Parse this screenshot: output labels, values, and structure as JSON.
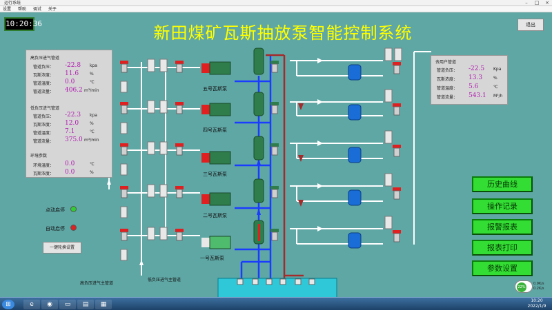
{
  "window": {
    "title": "运行系统"
  },
  "menu": [
    "设置",
    "帮助",
    "调试",
    "关于"
  ],
  "clock": "10:20:36",
  "title": "新田煤矿瓦斯抽放泵智能控制系统",
  "exit_label": "退出",
  "high_panel": {
    "header": "高负压进气管道",
    "rows": [
      {
        "label": "管道负压：",
        "value": "-22.8",
        "unit": "kpa"
      },
      {
        "label": "瓦斯浓度：",
        "value": "11.6",
        "unit": "%"
      },
      {
        "label": "管道温度：",
        "value": "0.0",
        "unit": "℃"
      },
      {
        "label": "管道流量：",
        "value": "406.2",
        "unit": "m³/min"
      }
    ]
  },
  "low_panel": {
    "header": "低负压进气管道",
    "rows": [
      {
        "label": "管道负压：",
        "value": "-22.3",
        "unit": "kpa"
      },
      {
        "label": "瓦斯浓度：",
        "value": "12.0",
        "unit": "%"
      },
      {
        "label": "管道温度：",
        "value": "7.1",
        "unit": "℃"
      },
      {
        "label": "管道流量：",
        "value": "375.0",
        "unit": "m³/min"
      }
    ]
  },
  "env_panel": {
    "header": "环境参数",
    "rows": [
      {
        "label": "环境温度：",
        "value": "0.0",
        "unit": "℃"
      },
      {
        "label": "瓦斯浓度：",
        "value": "0.0",
        "unit": "%"
      }
    ]
  },
  "user_panel": {
    "header": "去用户管道",
    "rows": [
      {
        "label": "管道负压：",
        "value": "-22.5",
        "unit": "Kpa"
      },
      {
        "label": "瓦斯浓度：",
        "value": "13.3",
        "unit": "%"
      },
      {
        "label": "管道温度：",
        "value": "5.6",
        "unit": "℃"
      },
      {
        "label": "管道流量：",
        "value": "543.1",
        "unit": "M³/h"
      }
    ]
  },
  "controls": {
    "point_start": "点动启停",
    "auto_start": "自动启停",
    "switch_btn": "一键轮换设置",
    "led_green": "#33cc33",
    "led_red": "#dd2222"
  },
  "nav": [
    "历史曲线",
    "操作记录",
    "报警报表",
    "报表打印",
    "参数设置"
  ],
  "pumps": [
    "五号瓦斯泵",
    "四号瓦斯泵",
    "三号瓦斯泵",
    "二号瓦斯泵",
    "一号瓦斯泵"
  ],
  "pipe_labels": {
    "high_main": "高负压进气主管道",
    "low_main": "低负压进气主管道"
  },
  "tray": {
    "time": "10:20",
    "date": "2022/1/9",
    "gauge_pct": "22%",
    "net_up": "0.9K/s",
    "net_down": "0.2K/s"
  },
  "colors": {
    "background": "#5fa7a5",
    "water_pipe": "#1a3cff",
    "return_pipe": "#a52a2a",
    "gas_pipe": "#ffffff",
    "nav_button": "#33dd33",
    "value_text": "#b01cb0",
    "title_text": "#ffff00"
  },
  "taskbar_icons": [
    "start-orb-icon",
    "ie-icon",
    "eye-icon",
    "folder-icon",
    "explorer-icon",
    "app-window-icon"
  ]
}
